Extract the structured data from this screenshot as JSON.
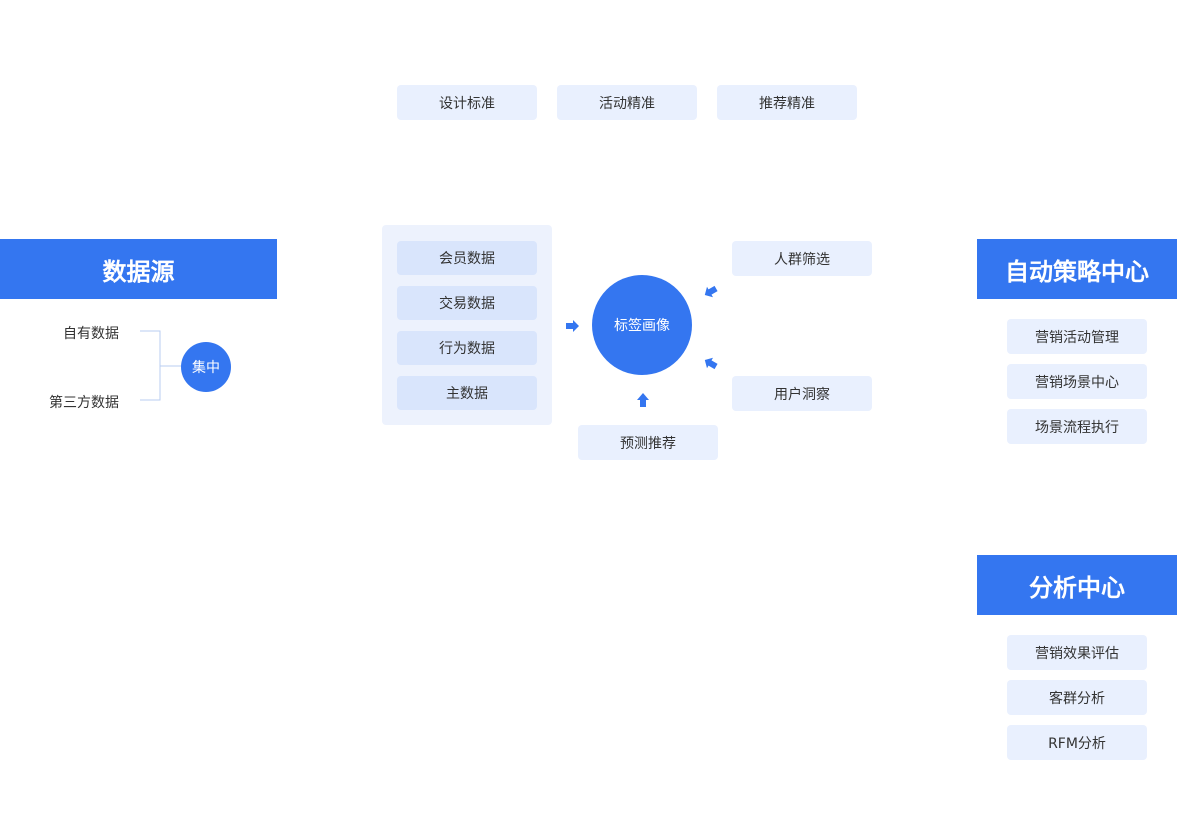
{
  "colors": {
    "accent": "#3476f0",
    "pill": "#e9f0fe",
    "pill_dark": "#d9e5fc",
    "panel": "#edf2fd"
  },
  "top_standards": [
    "设计标准",
    "活动精准",
    "推荐精准"
  ],
  "data_source": {
    "title": "数据源",
    "items": [
      "自有数据",
      "第三方数据"
    ],
    "hub": "集中"
  },
  "data_types": [
    "会员数据",
    "交易数据",
    "行为数据",
    "主数据"
  ],
  "center": {
    "label": "标签画像",
    "inputs": [
      "人群筛选",
      "用户洞察",
      "预测推荐"
    ]
  },
  "strategy_center": {
    "title": "自动策略中心",
    "items": [
      "营销活动管理",
      "营销场景中心",
      "场景流程执行"
    ]
  },
  "analysis_center": {
    "title": "分析中心",
    "items": [
      "营销效果评估",
      "客群分析",
      "RFM分析"
    ]
  }
}
